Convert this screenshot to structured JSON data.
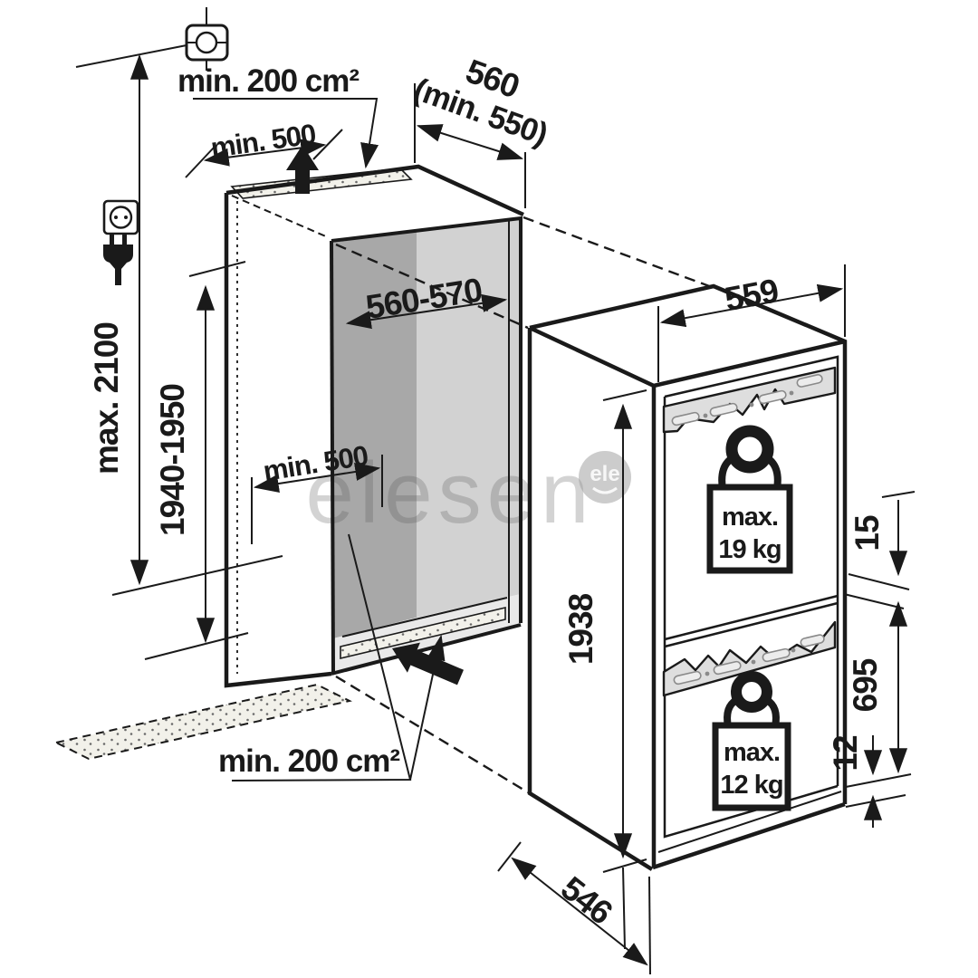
{
  "diagram": {
    "niche": {
      "vent_top_label": "min. 200 cm²",
      "vent_top_width": "min. 500",
      "top_depth_line1": "560",
      "top_depth_line2": "(min. 550)",
      "ceiling_height": "max. 2100",
      "inner_height": "1940-1950",
      "inner_depth": "560-570",
      "floor_clearance": "min. 500",
      "vent_bottom_label": "min. 200 cm²"
    },
    "appliance": {
      "width": "559",
      "height": "1938",
      "depth": "546",
      "door_gap_top": "15",
      "lower_door_height": "695",
      "bottom_gap": "12",
      "upper_door_weight": {
        "line1": "max.",
        "line2": "19 kg"
      },
      "lower_door_weight": {
        "line1": "max.",
        "line2": "12 kg"
      }
    },
    "watermark": {
      "name": "elesen",
      "badge": "ele"
    },
    "colors": {
      "line": "#1a1a1a",
      "interior_dark": "#a8a8a8",
      "interior_light": "#d2d2d2",
      "vent_fill": "#f2f1ea",
      "bracket_fill": "#dedede",
      "watermark": "#d2d2d2"
    }
  }
}
